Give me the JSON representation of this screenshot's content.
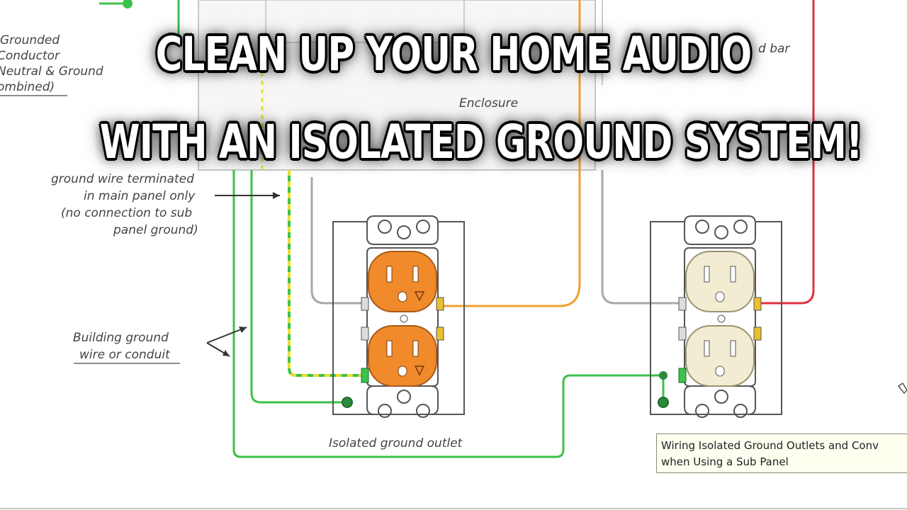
{
  "title": {
    "line1": "CLEAN UP YOUR HOME AUDIO",
    "line2": "WITH AN ISOLATED GROUND SYSTEM!"
  },
  "labels": {
    "grounded_conductor": [
      "Grounded",
      "Conductor",
      "Neutral & Ground",
      "ombined)"
    ],
    "bar": "d bar",
    "enclosure": "Enclosure",
    "ground_wire_note": [
      "ground wire terminated",
      "in main panel only",
      "(no connection to sub",
      "panel ground)"
    ],
    "building_ground": [
      "Building ground",
      "wire or conduit"
    ],
    "isolated_outlet": "Isolated ground outlet"
  },
  "tooltip": {
    "line1": "Wiring Isolated Ground Outlets and Conv",
    "line2": "when Using a Sub Panel"
  },
  "colors": {
    "orange_outlet": "#f08a2a",
    "ivory_outlet": "#f2ecd2",
    "ground_green": "#3cc24a",
    "orange_wire": "#f0a030",
    "red_wire": "#e03040",
    "neutral_gray": "#a8a8a8",
    "isolated_ground_yellow": "#e8e030"
  }
}
